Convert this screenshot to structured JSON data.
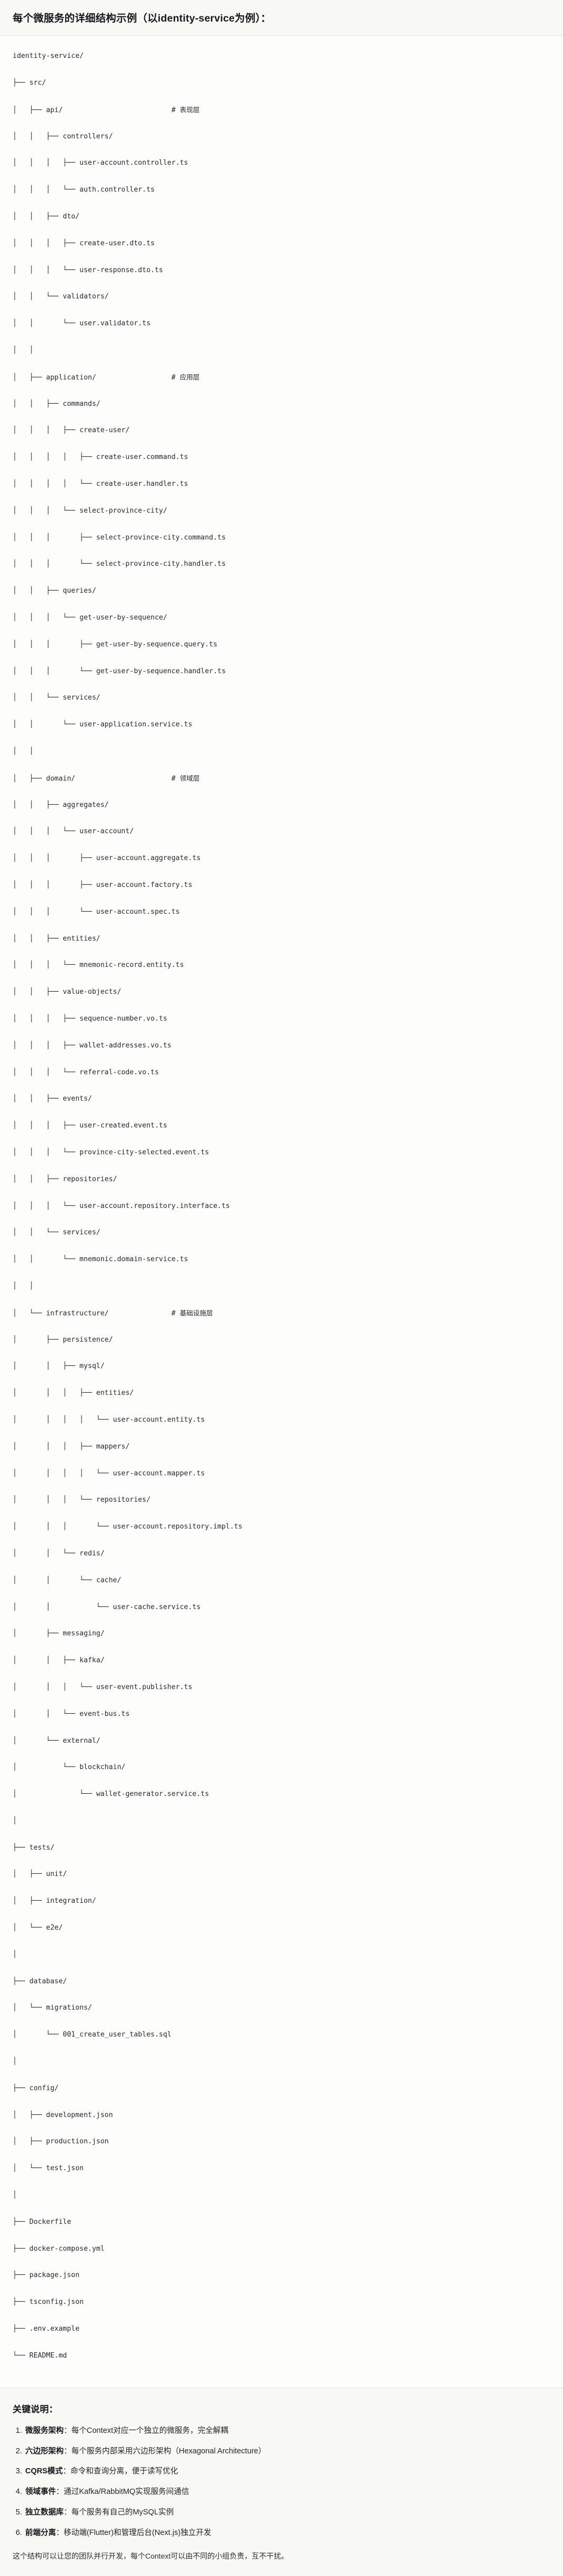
{
  "header": {
    "title": "每个微服务的详细结构示例（以identity-service为例）："
  },
  "tree": {
    "root_label": "identity-service/",
    "lines": [
      "identity-service/",
      "├── src/",
      "│   ├── api/                          # 表现层",
      "│   │   ├── controllers/",
      "│   │   │   ├── user-account.controller.ts",
      "│   │   │   └── auth.controller.ts",
      "│   │   ├── dto/",
      "│   │   │   ├── create-user.dto.ts",
      "│   │   │   └── user-response.dto.ts",
      "│   │   └── validators/",
      "│   │       └── user.validator.ts",
      "│   │",
      "│   ├── application/                  # 应用层",
      "│   │   ├── commands/",
      "│   │   │   ├── create-user/",
      "│   │   │   │   ├── create-user.command.ts",
      "│   │   │   │   └── create-user.handler.ts",
      "│   │   │   └── select-province-city/",
      "│   │   │       ├── select-province-city.command.ts",
      "│   │   │       └── select-province-city.handler.ts",
      "│   │   ├── queries/",
      "│   │   │   └── get-user-by-sequence/",
      "│   │   │       ├── get-user-by-sequence.query.ts",
      "│   │   │       └── get-user-by-sequence.handler.ts",
      "│   │   └── services/",
      "│   │       └── user-application.service.ts",
      "│   │",
      "│   ├── domain/                       # 领域层",
      "│   │   ├── aggregates/",
      "│   │   │   └── user-account/",
      "│   │   │       ├── user-account.aggregate.ts",
      "│   │   │       ├── user-account.factory.ts",
      "│   │   │       └── user-account.spec.ts",
      "│   │   ├── entities/",
      "│   │   │   └── mnemonic-record.entity.ts",
      "│   │   ├── value-objects/",
      "│   │   │   ├── sequence-number.vo.ts",
      "│   │   │   ├── wallet-addresses.vo.ts",
      "│   │   │   └── referral-code.vo.ts",
      "│   │   ├── events/",
      "│   │   │   ├── user-created.event.ts",
      "│   │   │   └── province-city-selected.event.ts",
      "│   │   ├── repositories/",
      "│   │   │   └── user-account.repository.interface.ts",
      "│   │   └── services/",
      "│   │       └── mnemonic.domain-service.ts",
      "│   │",
      "│   └── infrastructure/               # 基础设施层",
      "│       ├── persistence/",
      "│       │   ├── mysql/",
      "│       │   │   ├── entities/",
      "│       │   │   │   └── user-account.entity.ts",
      "│       │   │   ├── mappers/",
      "│       │   │   │   └── user-account.mapper.ts",
      "│       │   │   └── repositories/",
      "│       │   │       └── user-account.repository.impl.ts",
      "│       │   └── redis/",
      "│       │       └── cache/",
      "│       │           └── user-cache.service.ts",
      "│       ├── messaging/",
      "│       │   ├── kafka/",
      "│       │   │   └── user-event.publisher.ts",
      "│       │   └── event-bus.ts",
      "│       └── external/",
      "│           └── blockchain/",
      "│               └── wallet-generator.service.ts",
      "│",
      "├── tests/",
      "│   ├── unit/",
      "│   ├── integration/",
      "│   └── e2e/",
      "│",
      "├── database/",
      "│   └── migrations/",
      "│       └── 001_create_user_tables.sql",
      "│",
      "├── config/",
      "│   ├── development.json",
      "│   ├── production.json",
      "│   └── test.json",
      "│",
      "├── Dockerfile",
      "├── docker-compose.yml",
      "├── package.json",
      "├── tsconfig.json",
      "├── .env.example",
      "└── README.md"
    ],
    "layer_comments": [
      "# 表现层",
      "# 应用层",
      "# 领域层",
      "# 基础设施层"
    ]
  },
  "notes": {
    "title": "关键说明：",
    "items": [
      {
        "term": "微服务架构",
        "separator": "：",
        "desc": "每个Context对应一个独立的微服务，完全解耦"
      },
      {
        "term": "六边形架构",
        "separator": "：",
        "desc": "每个服务内部采用六边形架构（Hexagonal Architecture）"
      },
      {
        "term": "CQRS模式",
        "separator": "：",
        "desc": "命令和查询分离，便于读写优化"
      },
      {
        "term": "领域事件",
        "separator": "：",
        "desc": "通过Kafka/RabbitMQ实现服务间通信"
      },
      {
        "term": "独立数据库",
        "separator": "：",
        "desc": "每个服务有自己的MySQL实例"
      },
      {
        "term": "前端分离",
        "separator": "：",
        "desc": "移动端(Flutter)和管理后台(Next.js)独立开发"
      }
    ],
    "closing": "这个结构可以让您的团队并行开发，每个Context可以由不同的小组负责，互不干扰。"
  }
}
